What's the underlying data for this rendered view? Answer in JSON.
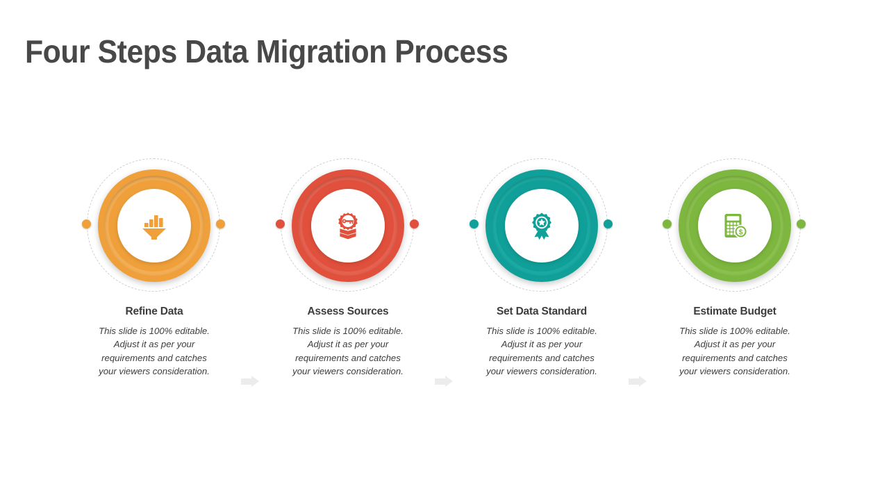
{
  "slide": {
    "title": "Four Steps Data Migration Process",
    "background_color": "#ffffff",
    "title_color": "#484848"
  },
  "connectors": {
    "arrow_color": "#ececec",
    "count": 3,
    "label": "arrow-connector"
  },
  "dashed_ring_color": "#cfcfcf",
  "steps": [
    {
      "id": "step-1",
      "heading": "Refine Data",
      "description": "This slide is 100% editable. Adjust it as per your requirements and catches your viewers consideration.",
      "icon": "data-funnel-icon",
      "color": "#EFA03A",
      "color_dark": "#E9952C",
      "color_light": "#F3AE55",
      "dot_color": "#EFA03A"
    },
    {
      "id": "step-2",
      "heading": "Assess Sources",
      "description": "This slide is 100% editable. Adjust it as per your requirements and catches your viewers consideration.",
      "icon": "gear-key-box-icon",
      "color": "#E0503C",
      "color_dark": "#D84531",
      "color_light": "#E5614F",
      "dot_color": "#E0503C"
    },
    {
      "id": "step-3",
      "heading": "Set Data Standard",
      "description": "This slide is 100% editable. Adjust it as per your requirements and catches your viewers consideration.",
      "icon": "award-medal-icon",
      "color": "#10A099",
      "color_dark": "#0A958E",
      "color_light": "#1AAAA3",
      "dot_color": "#10A099"
    },
    {
      "id": "step-4",
      "heading": "Estimate Budget",
      "description": "This slide is 100% editable. Adjust it as per your requirements and catches your viewers consideration.",
      "icon": "calculator-dollar-icon",
      "color": "#7DB73F",
      "color_dark": "#73AD35",
      "color_light": "#8AC04E",
      "dot_color": "#7DB73F"
    }
  ]
}
